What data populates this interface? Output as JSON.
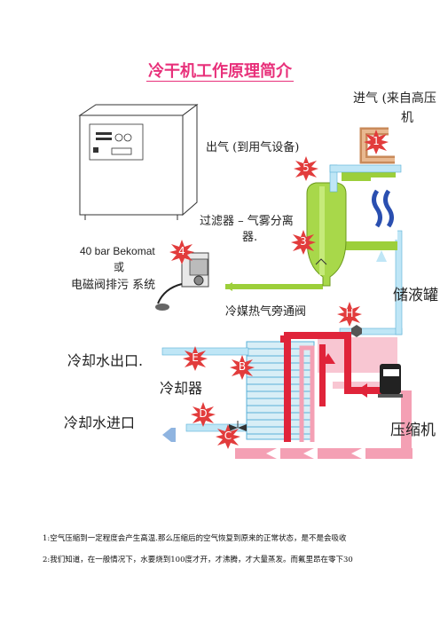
{
  "title": "冷干机工作原理简介",
  "labels": {
    "inlet_line1": "进气 (来自高压",
    "inlet_line2": "机",
    "outlet": "出气 (到用气设备)",
    "filter_line1": "过滤器 – 气雾分离",
    "filter_line2": "器.",
    "bekomat_line1": "40 bar Bekomat",
    "bekomat_line2": "或",
    "bekomat_line3": "电磁阀排污 系统",
    "bypass": "冷媒热气旁通阀",
    "receiver": "储液罐",
    "water_out": "冷却水出口.",
    "cooler": "冷却器",
    "water_in": "冷却水进口",
    "compressor": "压缩机"
  },
  "markers": {
    "m1": "1",
    "m3": "3",
    "m4": "4",
    "m5": "5",
    "mH": "H",
    "mE": "E",
    "mB": "B",
    "mD": "D",
    "mC": "C"
  },
  "notes": {
    "line1": "1:空气压缩到一定程度会产生高温.那么压缩后的空气恢复到原来的正常状态，是不是会吸收",
    "line2": "2:我们知道，在一般情况下，水要烧到100度才开，才沸腾，才大量蒸发。而氟里昂在零下30"
  },
  "colors": {
    "title": "#e8307a",
    "hot_gas": "#e0243a",
    "refrigerant_pink": "#f4a0b4",
    "water_light": "#bfe6f6",
    "filter_green": "#9ccf3a",
    "marker_red": "#e23c3c"
  }
}
